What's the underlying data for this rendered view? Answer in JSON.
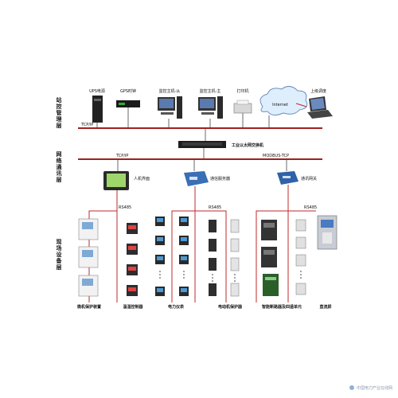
{
  "tiers": {
    "station": "站控管理层",
    "network": "网络通讯层",
    "field": "现场设备层"
  },
  "station_devices": {
    "ups": "UPS电源",
    "gps": "GPS时钟",
    "host_slave": "监控主机-从",
    "host_master": "监控主机-主",
    "printer": "打印机",
    "internet": "Internet",
    "remote": "上级调度"
  },
  "bus": {
    "tcpip_top": "TCP/IP",
    "switch": "工业以太网交换机",
    "tcpip_mid": "TCP/IP",
    "modbus": "MODBUS-TCP"
  },
  "network_devices": {
    "hmi": "人机界面",
    "comm_server": "通信服务器",
    "gateway": "通讯网关"
  },
  "field_links": {
    "rs485_a": "RS485",
    "rs485_b": "RS485",
    "rs485_c": "RS485"
  },
  "field_groups": {
    "relay_protect": "微机保护装置",
    "temp_ctrl": "温湿控制器",
    "power_meter": "电力仪表",
    "motor_protect": "电动机保护器",
    "smart_breaker": "智能断路器及四遥单元",
    "dc_panel": "直流屏"
  },
  "watermark": "中国电力产业在线网"
}
